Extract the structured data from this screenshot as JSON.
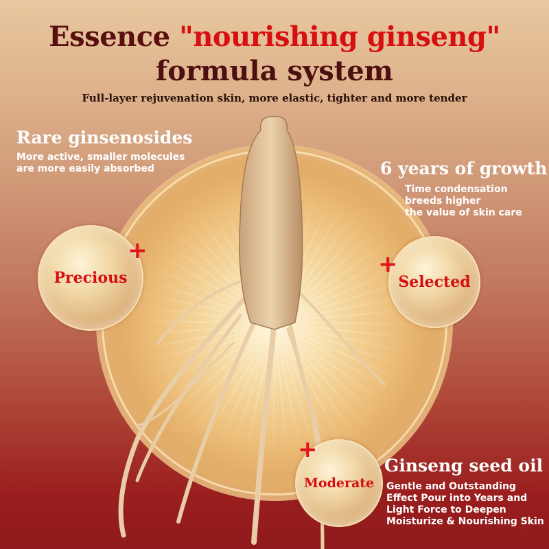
{
  "header": {
    "title_prefix": "Essence",
    "title_highlight": "\"nourishing ginseng\"",
    "title_line2": "formula system",
    "subtitle": "Full-layer rejuvenation skin, more elastic, tighter and more tender"
  },
  "features": [
    {
      "heading": "Rare ginsenosides",
      "desc_lines": [
        "More active, smaller molecules",
        "are more easily absorbed"
      ]
    },
    {
      "heading": "6 years of growth",
      "desc_lines": [
        "Time condensation",
        "breeds higher",
        "the value of skin care"
      ]
    },
    {
      "heading": "Ginseng seed oil",
      "desc_lines": [
        "Gentle and Outstanding",
        "Effect Pour into Years and",
        "Light Force to Deepen",
        "Moisturize & Nourishing Skin"
      ]
    }
  ],
  "bubbles": [
    {
      "label": "Precious",
      "icon": "plus-icon"
    },
    {
      "label": "Selected",
      "icon": "plus-icon"
    },
    {
      "label": "Moderate",
      "icon": "plus-icon"
    }
  ],
  "plus_symbol": "+",
  "colors": {
    "title_dark": "#5a0f0f",
    "title_red": "#d80f0f",
    "bubble_text": "#d40f12",
    "bg_top": "#e8c8a0",
    "bg_bottom": "#8f1a1c"
  }
}
